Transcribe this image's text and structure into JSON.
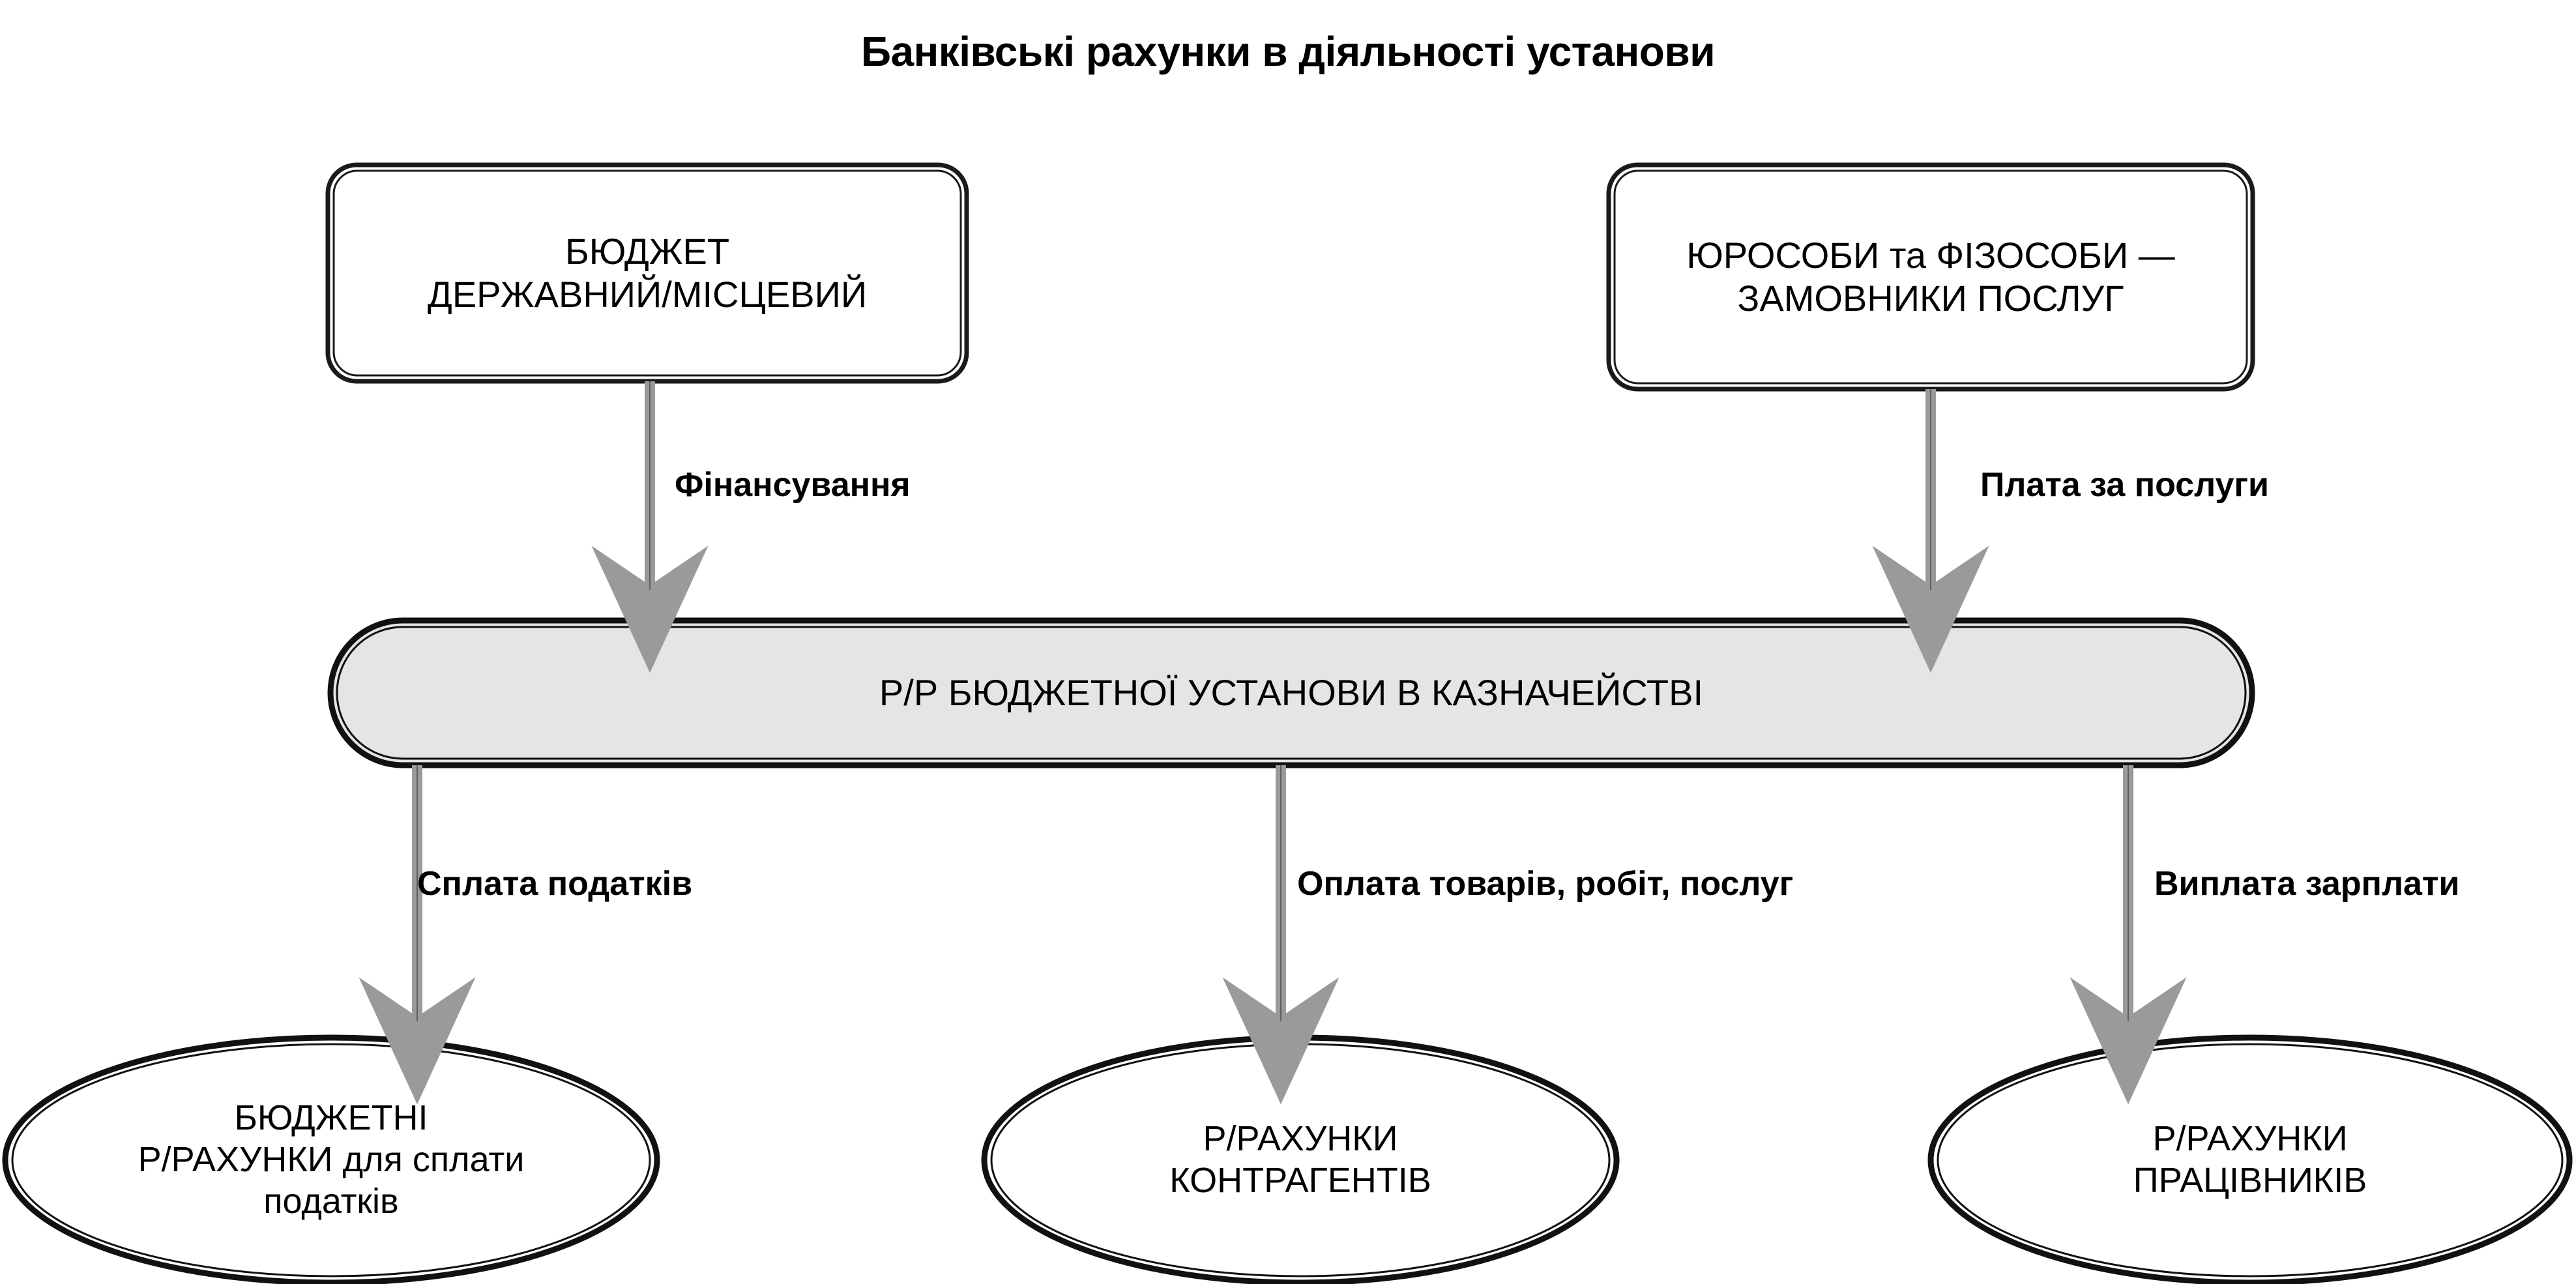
{
  "diagram": {
    "title": "Банківські рахунки в діяльності установи",
    "background_color": "#ffffff",
    "shape_fill_white": "#ffffff",
    "bar_fill_gray": "#e3e5e7",
    "stroke_color": "#000000",
    "arrow_color": "#9a9a9a",
    "nodes": {
      "source_left": {
        "label": "БЮДЖЕТ\nДЕРЖАВНИЙ/МІСЦЕВИЙ",
        "shape": "rounded-rectangle"
      },
      "source_right": {
        "label": "ЮРОСОБИ та ФІЗОСОБИ —\nЗАМОВНИКИ ПОСЛУГ",
        "shape": "rounded-rectangle"
      },
      "central_bar": {
        "label": "Р/Р БЮДЖЕТНОЇ УСТАНОВИ В КАЗНАЧЕЙСТВІ",
        "shape": "pill"
      },
      "target_taxes": {
        "label": "БЮДЖЕТНІ\nР/РАХУНКИ для сплати\nподатків",
        "shape": "ellipse"
      },
      "target_counterparties": {
        "label": "Р/РАХУНКИ\nКОНТРАГЕНТІВ",
        "shape": "ellipse"
      },
      "target_employees": {
        "label": "Р/РАХУНКИ\nПРАЦІВНИКІВ",
        "shape": "ellipse"
      }
    },
    "edges": {
      "financing": {
        "label": "Фінансування",
        "from": "source_left",
        "to": "central_bar"
      },
      "service_payment": {
        "label": "Плата за послуги",
        "from": "source_right",
        "to": "central_bar"
      },
      "tax_payment": {
        "label": "Сплата податків",
        "from": "central_bar",
        "to": "target_taxes"
      },
      "goods_payment": {
        "label": "Оплата товарів, робіт, послуг",
        "from": "central_bar",
        "to": "target_counterparties"
      },
      "salary_payment": {
        "label": "Виплата зарплати",
        "from": "central_bar",
        "to": "target_employees"
      }
    }
  }
}
